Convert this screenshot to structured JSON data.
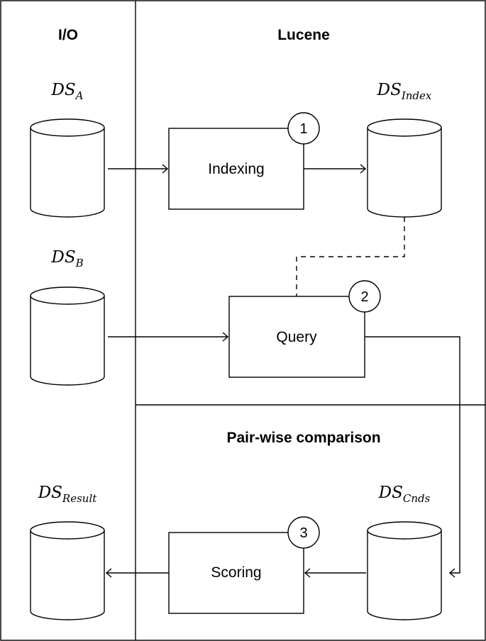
{
  "sections": {
    "io": "I/O",
    "lucene": "Lucene",
    "pairwise": "Pair-wise comparison"
  },
  "datastores": {
    "a": {
      "main": "DS",
      "sub": "A"
    },
    "b": {
      "main": "DS",
      "sub": "B"
    },
    "index": {
      "main": "DS",
      "sub": "Index"
    },
    "cnds": {
      "main": "DS",
      "sub": "Cnds"
    },
    "result": {
      "main": "DS",
      "sub": "Result"
    }
  },
  "steps": {
    "indexing": {
      "label": "Indexing",
      "number": "1"
    },
    "query": {
      "label": "Query",
      "number": "2"
    },
    "scoring": {
      "label": "Scoring",
      "number": "3"
    }
  }
}
